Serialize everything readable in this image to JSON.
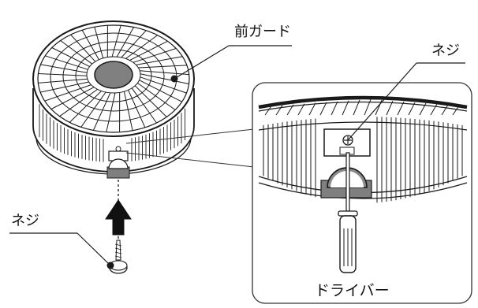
{
  "labels": {
    "front_guard": "前ガード",
    "screw_top": "ネジ",
    "screw_left": "ネジ",
    "screwdriver": "ドライバー"
  },
  "colors": {
    "stroke": "#1a1a1a",
    "hub_fill": "#808080",
    "tab_fill": "#7f7f7f",
    "arrow_fill": "#111111",
    "detail_frame": "#333333"
  },
  "icons": {
    "fan": "fan-guard-illustration",
    "arrow": "up-arrow-icon",
    "screw": "screw-icon",
    "driver": "screwdriver-icon"
  }
}
